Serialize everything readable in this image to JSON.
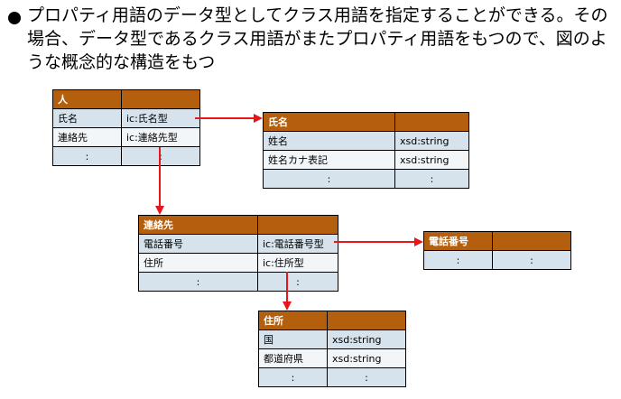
{
  "description": {
    "text": "プロパティ用語のデータ型としてクラス用語を指定することができる。その場合、データ型であるクラス用語がまたプロパティ用語をもつので、図のような概念的な構造をもつ"
  },
  "tables": {
    "person": {
      "title": "人",
      "rows": [
        [
          "氏名",
          "ic:氏名型"
        ],
        [
          "連絡先",
          "ic:連絡先型"
        ],
        [
          ":",
          ":"
        ]
      ]
    },
    "name": {
      "title": "氏名",
      "rows": [
        [
          "姓名",
          "xsd:string"
        ],
        [
          "姓名カナ表記",
          "xsd:string"
        ],
        [
          ":",
          ":"
        ]
      ]
    },
    "contact": {
      "title": "連絡先",
      "rows": [
        [
          "電話番号",
          "ic:電話番号型"
        ],
        [
          "住所",
          "ic:住所型"
        ],
        [
          ":",
          ":"
        ]
      ]
    },
    "phone": {
      "title": "電話番号",
      "rows": [
        [
          ":",
          ":"
        ]
      ]
    },
    "address": {
      "title": "住所",
      "rows": [
        [
          "国",
          "xsd:string"
        ],
        [
          "都道府県",
          "xsd:string"
        ],
        [
          ":",
          ":"
        ]
      ]
    }
  },
  "colors": {
    "header": "#b35f0e",
    "row_dark": "#d6e3ec",
    "row_light": "#f2f6f9",
    "arrow": "#e8161b"
  }
}
